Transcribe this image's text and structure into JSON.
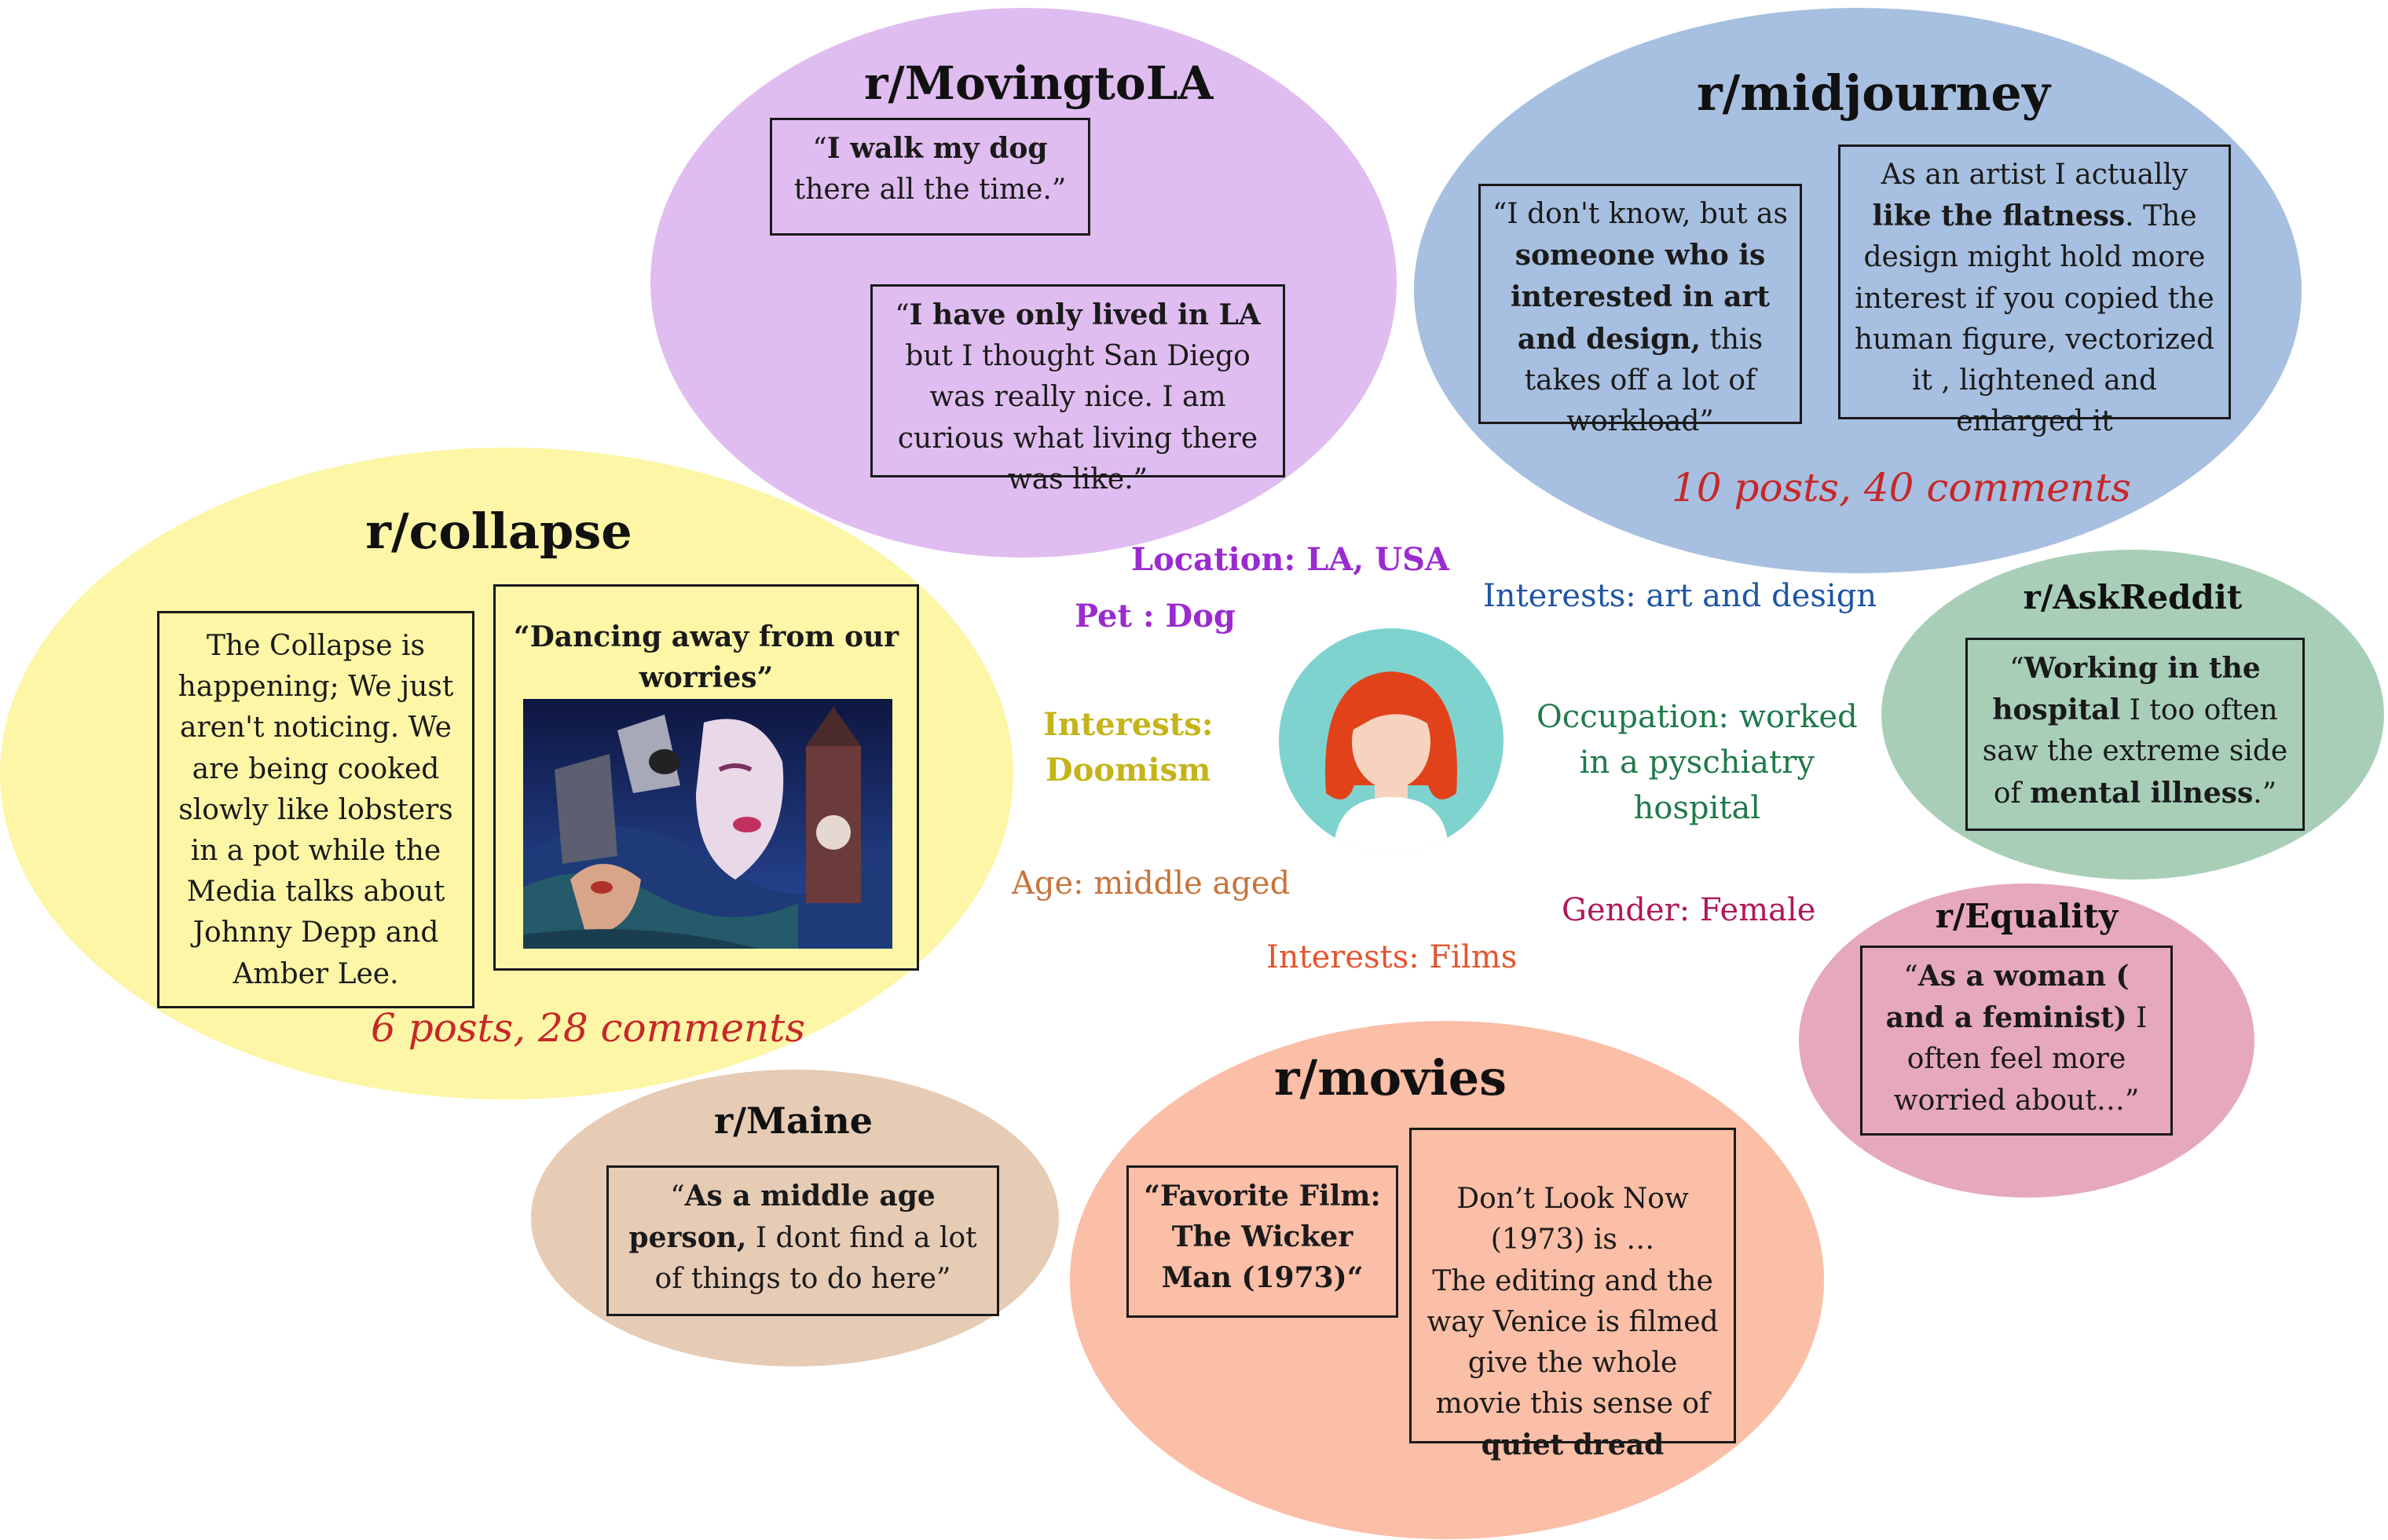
{
  "colors": {
    "moving": "#e0bdf0",
    "midjourney": "#a7bfe0",
    "collapse": "#fcf6a6",
    "askreddit": "#a8ceb8",
    "equality": "#e6a8bf",
    "maine": "#e6cbb5",
    "movies": "#fbbea6",
    "stats": "#c62828",
    "location": "#9b2bd0",
    "pet": "#9b2bd0",
    "interests_art": "#1f55a3",
    "interests_doom": "#c4b41a",
    "occupation": "#1f7a4a",
    "age": "#c7733a",
    "gender": "#b0185a",
    "films": "#e5552e"
  },
  "subreddits": {
    "moving": {
      "title": "r/MovingtoLA",
      "q1": [
        "“",
        "I walk my dog",
        " there all the time.”"
      ],
      "q2": [
        "“",
        "I have only lived in LA",
        " but I thought San Diego was really nice. I am curious what living there was like.”"
      ]
    },
    "midjourney": {
      "title": "r/midjourney",
      "q1": [
        "“I don't know, but as ",
        "someone who is interested in art and design,",
        " this takes off a lot of workload”"
      ],
      "q2": [
        "As an artist I actually ",
        "like the flatness",
        ". The design might hold more interest if you copied the human figure, vectorized it , lightened and enlarged it"
      ],
      "stats": "10 posts, 40 comments"
    },
    "collapse": {
      "title": "r/collapse",
      "q1": "The Collapse is happening; We just aren't noticing. We are being cooked slowly like lobsters in a pot while the Media talks about Johnny Depp and Amber Lee.",
      "q2_caption": "“Dancing away from our worries”",
      "stats": "6 posts, 28 comments"
    },
    "askreddit": {
      "title": "r/AskReddit",
      "q1": [
        "“",
        "Working in the hospital",
        " I too often saw the extreme side of ",
        "mental illness",
        ".”"
      ]
    },
    "equality": {
      "title": "r/Equality",
      "q1": [
        "“",
        "As a woman ( and a feminist)",
        " I often feel more worried about…”"
      ]
    },
    "maine": {
      "title": "r/Maine",
      "q1": [
        "“",
        "As a middle age person,",
        " I dont find a lot of things to do here”"
      ]
    },
    "movies": {
      "title": "r/movies",
      "q1": "“Favorite Film: The Wicker Man (1973)“",
      "q2": [
        "Don’t Look Now (1973) is …\nThe editing and the way Venice is filmed give the whole movie this sense of ",
        "quiet dread",
        ""
      ]
    }
  },
  "attributes": {
    "location": "Location: LA, USA",
    "pet": "Pet : Dog",
    "interests_art": "Interests: art and design",
    "interests_doom": "Interests:\nDoomism",
    "occupation": "Occupation: worked\nin a pyschiatry\nhospital",
    "age": "Age: middle aged",
    "gender": "Gender: Female",
    "films": "Interests: Films"
  },
  "icons": {
    "avatar": "female-user-avatar-icon",
    "painting": "expressionist-painting-image"
  }
}
